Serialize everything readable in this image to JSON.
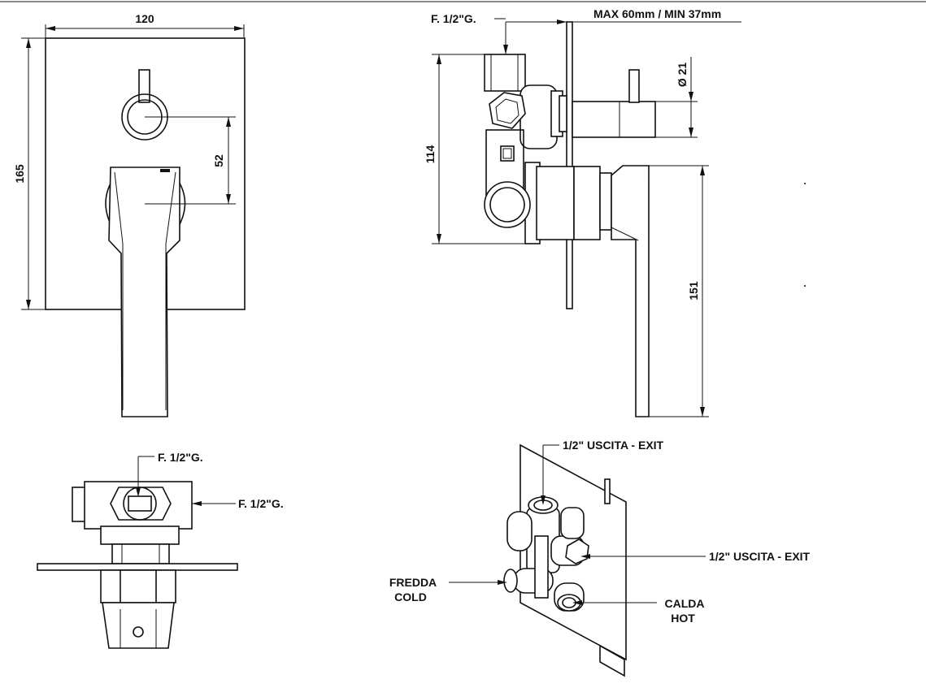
{
  "dimensions": {
    "front_width": "120",
    "front_height": "165",
    "lever_spacing": "52",
    "body_height": "114",
    "wall_depth": "MAX 60mm / MIN 37mm",
    "rod_diameter": "Ø 21",
    "lever_length": "151"
  },
  "connections": {
    "side_top": "F. 1/2\"G.",
    "top_view_upper": "F. 1/2\"G.",
    "top_view_side": "F. 1/2\"G.",
    "exit_top": "1/2\" USCITA - EXIT",
    "exit_side": "1/2\" USCITA - EXIT",
    "cold_it": "FREDDA",
    "cold_en": "COLD",
    "hot_it": "CALDA",
    "hot_en": "HOT"
  }
}
